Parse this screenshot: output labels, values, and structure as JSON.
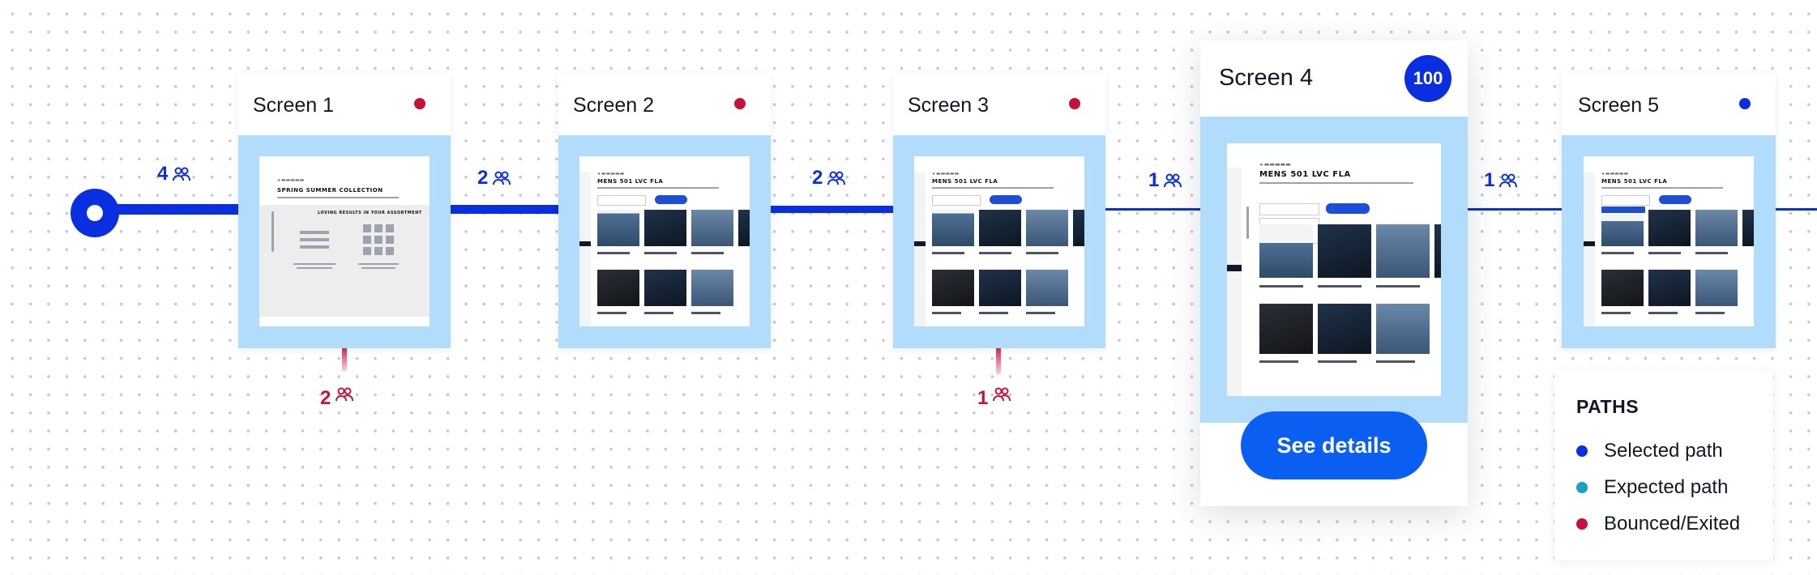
{
  "colors": {
    "selected": "#0a2fe0",
    "expected": "#17a2c4",
    "bounced": "#c8103c",
    "frame": "#b1dcfb",
    "button": "#0a5ef2"
  },
  "edges": [
    {
      "count": "4",
      "icon": "people-icon"
    },
    {
      "count": "2",
      "icon": "people-icon"
    },
    {
      "count": "2",
      "icon": "people-icon"
    },
    {
      "count": "1",
      "icon": "people-icon"
    },
    {
      "count": "1",
      "icon": "people-icon"
    }
  ],
  "drops": [
    {
      "count": "2",
      "icon": "people-icon"
    },
    {
      "count": "1",
      "icon": "people-icon"
    }
  ],
  "screens": [
    {
      "title": "Screen 1",
      "status": "bounced"
    },
    {
      "title": "Screen 2",
      "status": "bounced"
    },
    {
      "title": "Screen 3",
      "status": "bounced"
    },
    {
      "title": "Screen 4",
      "badge": "100",
      "status": "selected"
    },
    {
      "title": "Screen 5",
      "status": "selected"
    }
  ],
  "thumbs": {
    "collection_heading": "SPRING SUMMER COLLECTION",
    "collection_banner": "LOVING RESULTS IN YOUR ASSORTMENT",
    "product_heading": "MENS 501 LVC FLA"
  },
  "details_button": "See details",
  "legend": {
    "title": "PATHS",
    "items": [
      {
        "label": "Selected path",
        "color": "#0a2fe0"
      },
      {
        "label": "Expected path",
        "color": "#17a2c4"
      },
      {
        "label": "Bounced/Exited",
        "color": "#c8103c"
      }
    ]
  }
}
